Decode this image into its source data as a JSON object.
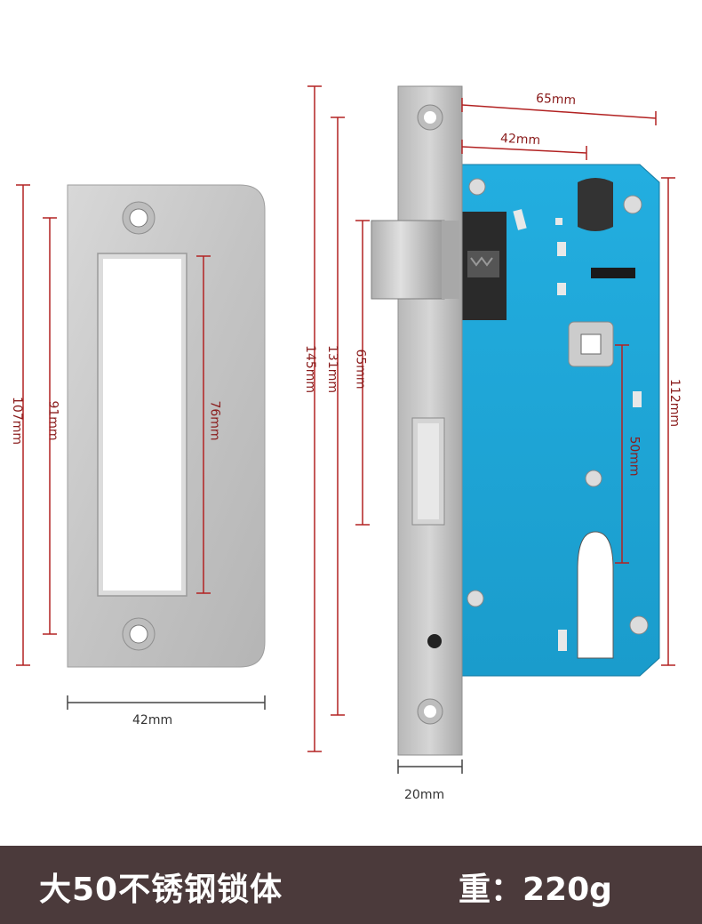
{
  "dimensions": {
    "strike_width": "42mm",
    "strike_height_outer": "107mm",
    "strike_height_holes": "91mm",
    "strike_opening": "76mm",
    "faceplate_height": "145mm",
    "faceplate_holes": "131mm",
    "latch_to_bolt": "65mm",
    "case_depth": "65mm",
    "backset": "42mm",
    "case_height": "112mm",
    "handle_to_cylinder": "50mm",
    "faceplate_width": "20mm"
  },
  "footer": {
    "title": "大50不锈钢锁体",
    "weight": "重：220g"
  },
  "colors": {
    "dimension_line": "#b22222",
    "lock_case": "#1fa6d6",
    "steel": "#c9c9c9",
    "footer_bg": "#4b3a3b"
  }
}
